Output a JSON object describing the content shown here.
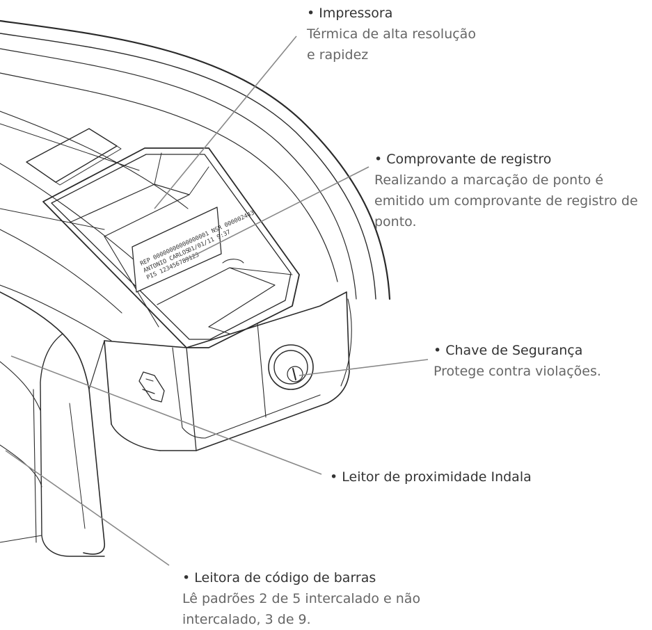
{
  "callouts": {
    "impressora": {
      "title": "• Impressora",
      "desc": "Térmica de alta resolução e rapidez"
    },
    "comprovante": {
      "title": "• Comprovante de registro",
      "desc": "Realizando a marcação de ponto é emitido um comprovante de registro de ponto."
    },
    "chave": {
      "title": "• Chave de Segurança",
      "desc": "Protege contra violações."
    },
    "leitor": {
      "title": "• Leitor de proximidade Indala"
    },
    "barras": {
      "title": "• Leitora de código de barras",
      "desc": "Lê padrões 2 de 5 intercalado e não intercalado, 3 de 9."
    }
  },
  "receipt": {
    "line1": "REP 00000000000000001 NSR 000002443",
    "line2a": "ANTONIO CARLOS",
    "line2b": "01/01/11 9:37",
    "line3": "PIS 123456789123"
  }
}
